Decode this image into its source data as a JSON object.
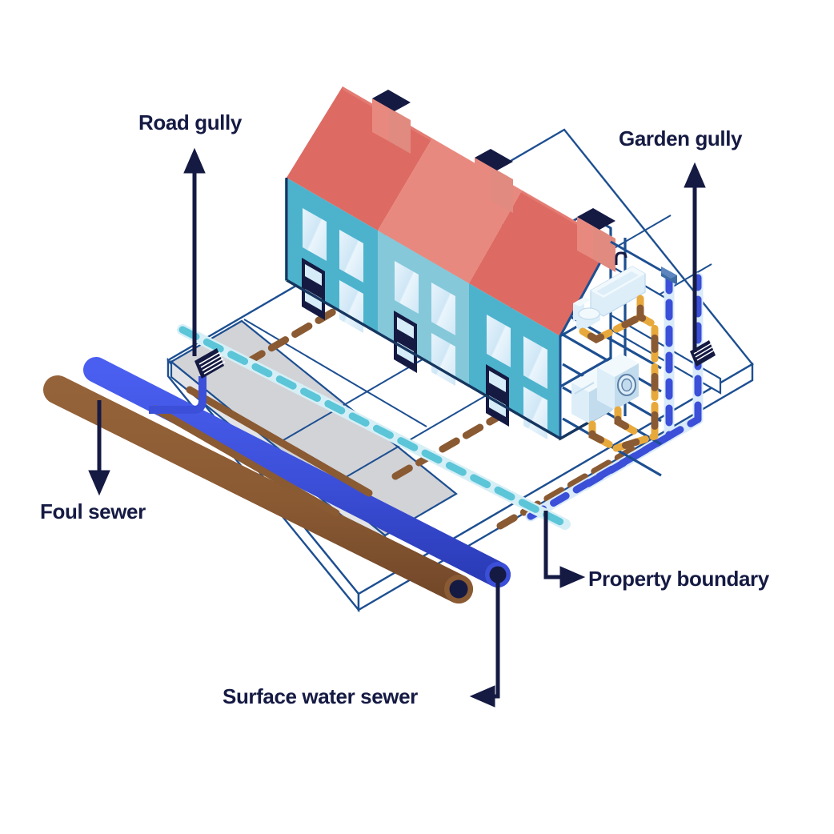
{
  "diagram": {
    "title": "House drainage system isometric diagram",
    "background": "#ffffff"
  },
  "labels": {
    "road_gully": "Road gully",
    "garden_gully": "Garden gully",
    "foul_sewer": "Foul sewer",
    "property_boundary": "Property boundary",
    "surface_water_sewer": "Surface water sewer"
  },
  "colors": {
    "text": "#151a43",
    "arrow": "#151a43",
    "roof_dark": "#dd6b63",
    "roof_light": "#e8897f",
    "roof_mid": "#e07a71",
    "wall_dark": "#4db3cd",
    "wall_light": "#85c8da",
    "wall_shade": "#3aa3bd",
    "window_glass": "#d6ecf8",
    "window_frame": "#151a43",
    "chimney_body": "#e08a80",
    "chimney_top": "#151a43",
    "outline": "#1d4f91",
    "outline_dark": "#16365f",
    "ground": "#ffffff",
    "road": "#d2d3d7",
    "foul_pipe": "#8a5a33",
    "surface_pipe": "#3b4fd8",
    "pipe_end": "#151a43",
    "boundary_dash": "#5cc5d8",
    "boundary_dash_pale": "#d6eff6",
    "surface_dash": "#3b4fd8",
    "surface_dash_pale": "#d9ebfa",
    "foul_dash": "#8a5a33",
    "soil_pipe": "#e8a93c",
    "fixture_fill": "#ddeef9",
    "fixture_light": "#f2f9fd",
    "fixture_shade": "#c3dced"
  },
  "elements": {
    "house": {
      "name": "terraced-house",
      "sections": 3,
      "chimneys": 3,
      "floors": 2
    },
    "fixtures": [
      {
        "name": "bathtub",
        "floor": "upper"
      },
      {
        "name": "toilet",
        "floor": "upper"
      },
      {
        "name": "kitchen-sink-unit",
        "floor": "lower"
      },
      {
        "name": "washing-machine",
        "floor": "lower"
      }
    ],
    "drainage": [
      {
        "name": "foul-sewer-pipe",
        "color": "#8a5a33",
        "style": "solid"
      },
      {
        "name": "surface-water-sewer-pipe",
        "color": "#3b4fd8",
        "style": "solid"
      },
      {
        "name": "foul-drain-run",
        "color": "#8a5a33",
        "style": "dashed"
      },
      {
        "name": "surface-water-drain-run",
        "color": "#3b4fd8",
        "style": "dashed"
      },
      {
        "name": "property-boundary-line",
        "color": "#5cc5d8",
        "style": "dashed"
      },
      {
        "name": "soil-stack-and-waste",
        "color": "#e8a93c",
        "style": "dashed"
      }
    ],
    "gullies": [
      {
        "name": "road-gully",
        "location": "road"
      },
      {
        "name": "garden-gully",
        "location": "rear-garden"
      }
    ]
  }
}
